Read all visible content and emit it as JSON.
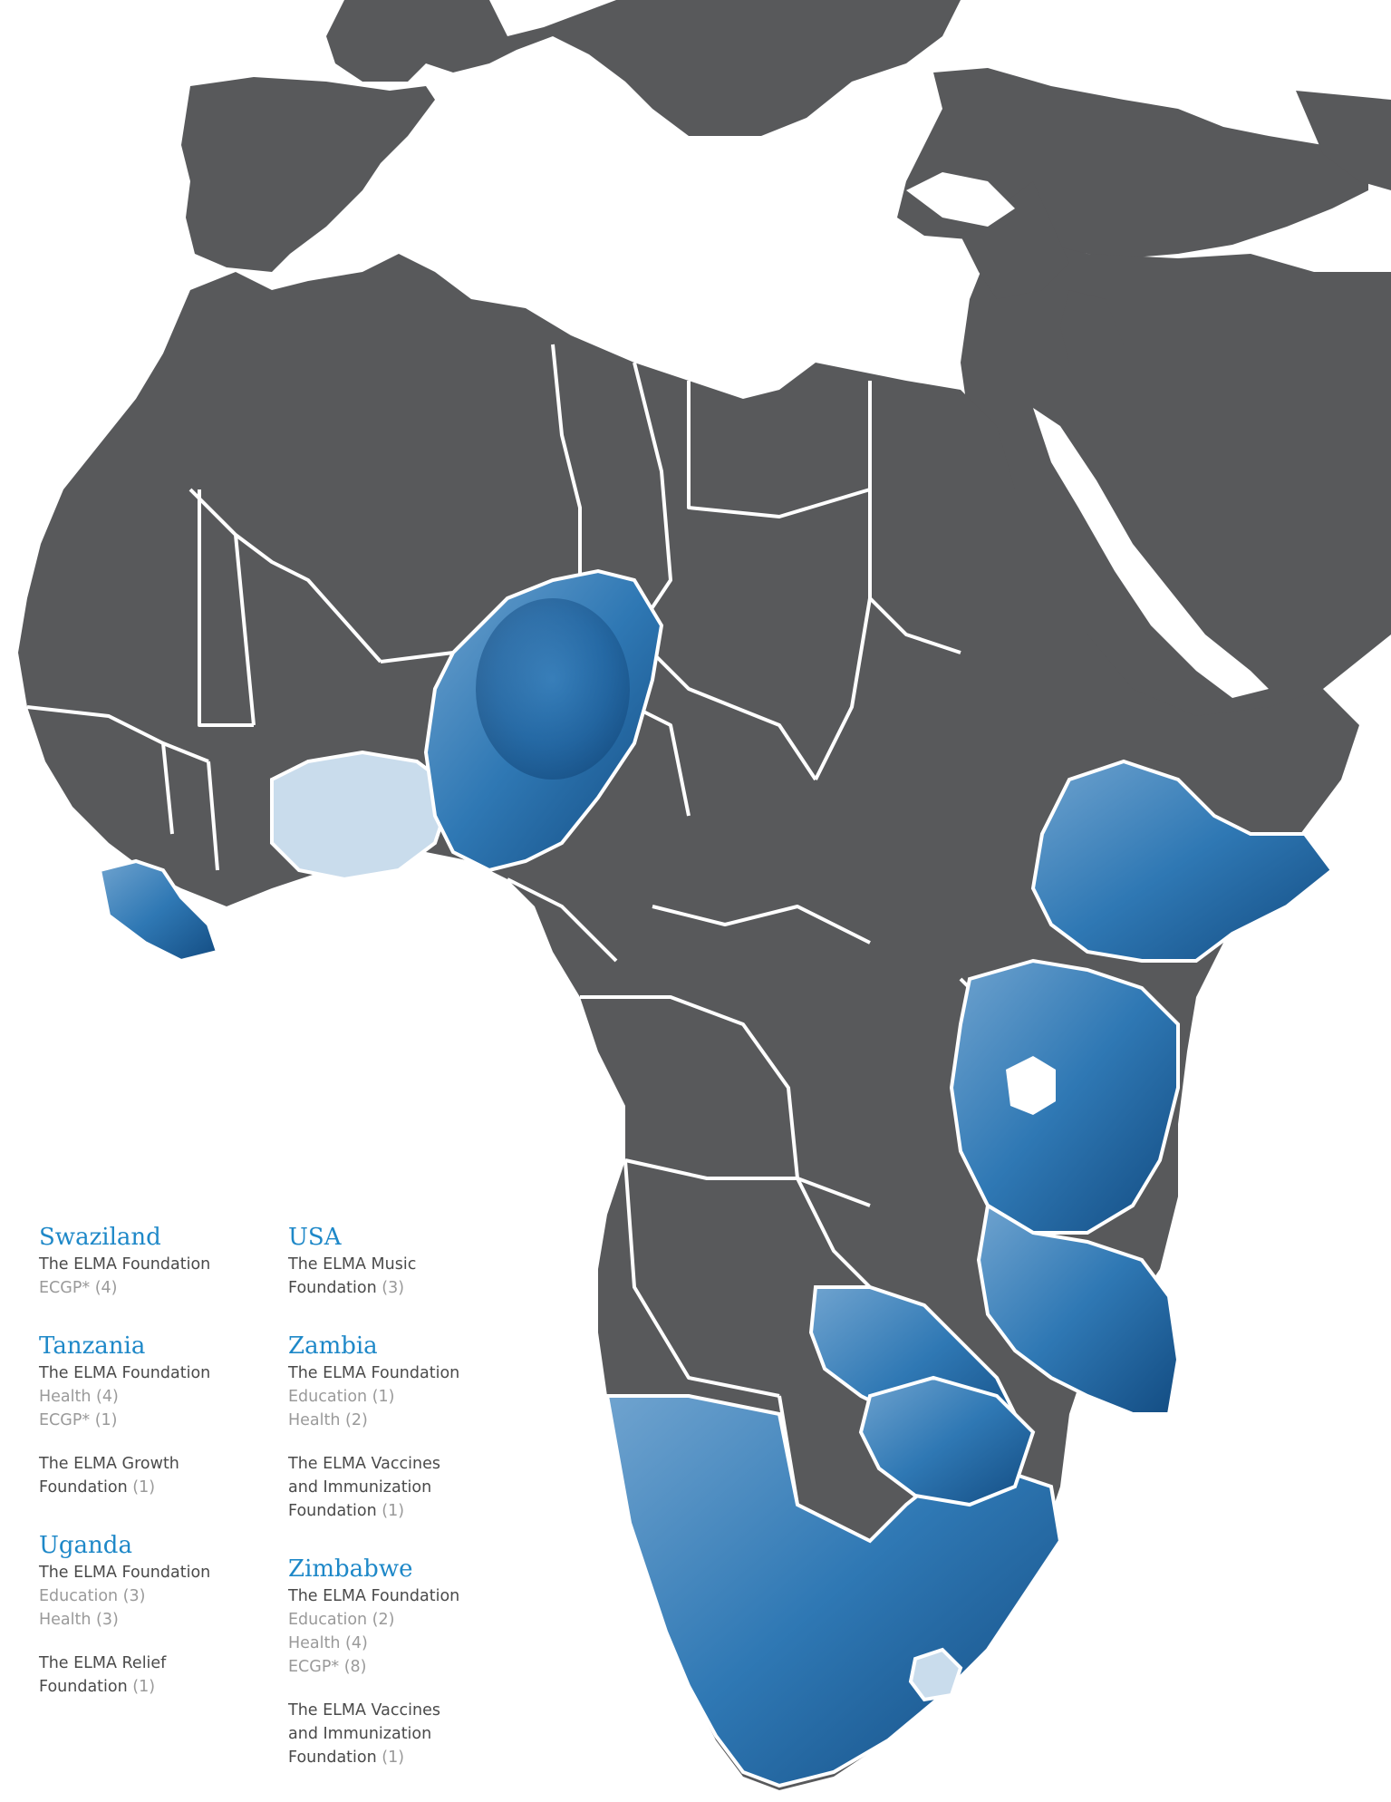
{
  "map": {
    "land_color": "#58595b",
    "border_color": "#ffffff",
    "water_color": "#ffffff",
    "highlight_color": "#2f78b4",
    "highlight_light_color": "#c9dcec"
  },
  "legend": {
    "heading_color": "#1e88c8",
    "text_color": "#4a4a4a",
    "muted_color": "#9a9a9a",
    "columns": [
      {
        "countries": [
          {
            "name": "Swaziland",
            "orgs": [
              {
                "lines": [
                  "The ELMA Foundation"
                ],
                "programs": [
                  {
                    "label": "ECGP* (4)"
                  }
                ]
              }
            ]
          },
          {
            "name": "Tanzania",
            "orgs": [
              {
                "lines": [
                  "The ELMA Foundation"
                ],
                "programs": [
                  {
                    "label": "Health (4)"
                  },
                  {
                    "label": "ECGP* (1)"
                  }
                ]
              },
              {
                "lines": [
                  "The ELMA Growth",
                  "Foundation"
                ],
                "count": "(1)",
                "programs": []
              }
            ]
          },
          {
            "name": "Uganda",
            "orgs": [
              {
                "lines": [
                  "The ELMA Foundation"
                ],
                "programs": [
                  {
                    "label": "Education (3)"
                  },
                  {
                    "label": "Health (3)"
                  }
                ]
              },
              {
                "lines": [
                  "The ELMA Relief",
                  "Foundation"
                ],
                "count": "(1)",
                "programs": []
              }
            ]
          }
        ]
      },
      {
        "countries": [
          {
            "name": "USA",
            "orgs": [
              {
                "lines": [
                  "The ELMA Music",
                  "Foundation"
                ],
                "count": "(3)",
                "programs": []
              }
            ]
          },
          {
            "name": "Zambia",
            "orgs": [
              {
                "lines": [
                  "The ELMA Foundation"
                ],
                "programs": [
                  {
                    "label": "Education (1)"
                  },
                  {
                    "label": "Health (2)"
                  }
                ]
              },
              {
                "lines": [
                  "The ELMA Vaccines",
                  "and Immunization",
                  "Foundation"
                ],
                "count": "(1)",
                "programs": []
              }
            ]
          },
          {
            "name": "Zimbabwe",
            "orgs": [
              {
                "lines": [
                  "The ELMA Foundation"
                ],
                "programs": [
                  {
                    "label": "Education (2)"
                  },
                  {
                    "label": "Health (4)"
                  },
                  {
                    "label": "ECGP* (8)"
                  }
                ]
              },
              {
                "lines": [
                  "The ELMA Vaccines",
                  "and Immunization",
                  "Foundation"
                ],
                "count": "(1)",
                "programs": []
              }
            ]
          }
        ]
      }
    ]
  }
}
